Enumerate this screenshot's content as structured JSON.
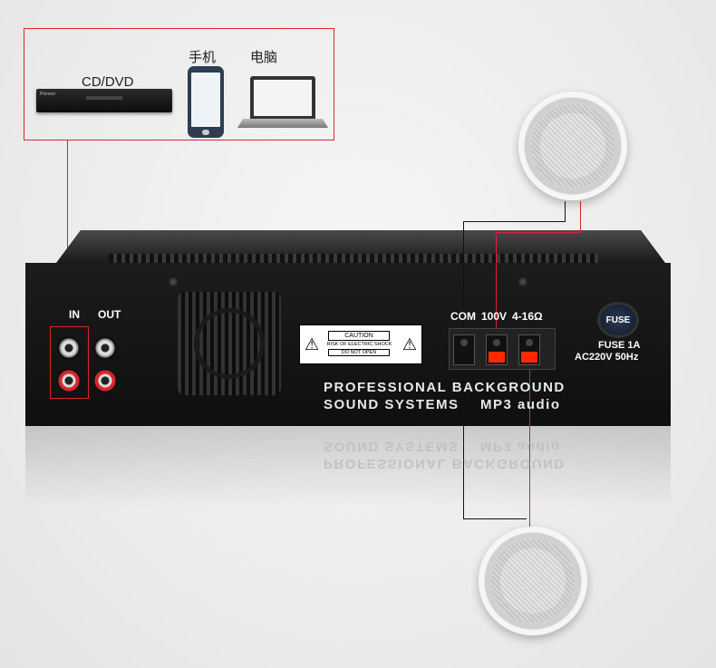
{
  "sources": {
    "cd_dvd_label": "CD/DVD",
    "phone_label": "手机",
    "pc_label": "电脑",
    "dvd_brand": "Pioneer"
  },
  "amplifier": {
    "in_label": "IN",
    "out_label": "OUT",
    "caution": {
      "title": "CAUTION",
      "line1": "RISK OF ELECTRIC SHOCK",
      "line2": "DO NOT OPEN"
    },
    "brand_line1": "PROFESSIONAL BACKGROUND",
    "brand_line2": "SOUND SYSTEMS",
    "brand_line2b": "MP3 audio",
    "terminal": {
      "com_label": "COM",
      "v100_label": "100V",
      "ohm_label": "4-16Ω"
    },
    "fuse": {
      "cap_label": "FUSE",
      "rating": "FUSE 1A",
      "power": "AC220V 50Hz"
    }
  },
  "colors": {
    "accent_red": "#d9262c",
    "terminal_orange": "#ff2a00"
  }
}
